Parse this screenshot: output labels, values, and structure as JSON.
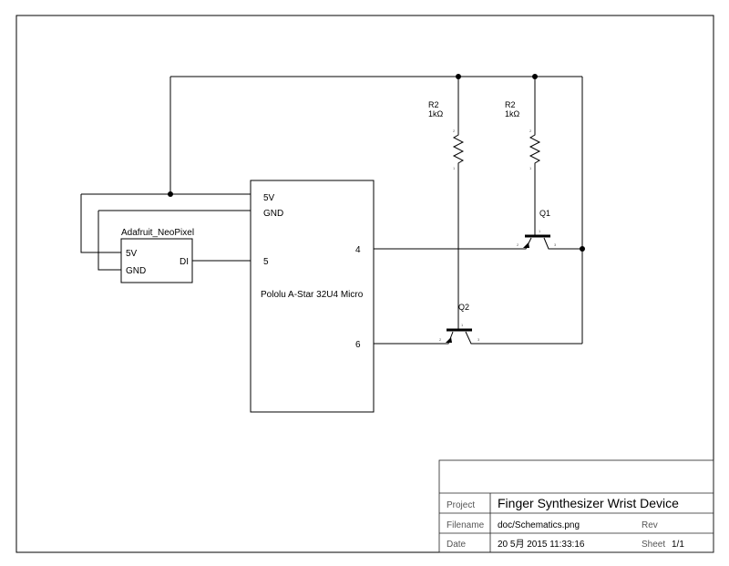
{
  "components": {
    "mcu": {
      "name": "Pololu A-Star 32U4 Micro",
      "pins": {
        "p5v": "5V",
        "gnd": "GND",
        "p5": "5",
        "p4": "4",
        "p6": "6"
      }
    },
    "neopixel": {
      "name": "Adafruit_NeoPixel",
      "pins": {
        "p5v": "5V",
        "gnd": "GND",
        "di": "DI"
      }
    },
    "r_left": {
      "ref": "R2",
      "value": "1kΩ",
      "pin_top": "2",
      "pin_bottom": "1"
    },
    "r_right": {
      "ref": "R2",
      "value": "1kΩ",
      "pin_top": "2",
      "pin_bottom": "1"
    },
    "q1": {
      "ref": "Q1",
      "pin_b": "2",
      "pin_c": "1",
      "pin_e": "3"
    },
    "q2": {
      "ref": "Q2",
      "pin_b": "2",
      "pin_c": "1",
      "pin_e": "3"
    }
  },
  "title_block": {
    "project_label": "Project",
    "project_value": "Finger Synthesizer Wrist Device",
    "filename_label": "Filename",
    "filename_value": "doc/Schematics.png",
    "rev_label": "Rev",
    "rev_value": "",
    "date_label": "Date",
    "date_value": "20 5月 2015 11:33:16",
    "sheet_label": "Sheet",
    "sheet_value": "1/1"
  }
}
